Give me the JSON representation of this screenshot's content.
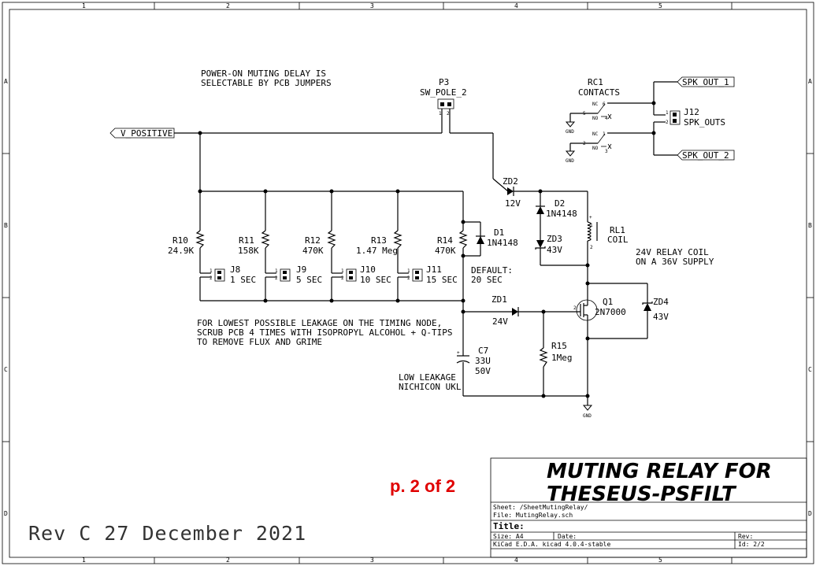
{
  "grid": {
    "cols": [
      "1",
      "2",
      "3",
      "4",
      "5"
    ],
    "rows": [
      "A",
      "B",
      "C",
      "D"
    ]
  },
  "notes": {
    "muting_line1": "POWER-ON MUTING DELAY IS",
    "muting_line2": "SELECTABLE BY PCB JUMPERS",
    "leak_line1": "FOR LOWEST POSSIBLE LEAKAGE ON THE TIMING NODE,",
    "leak_line2": "SCRUB PCB 4 TIMES WITH ISOPROPYL ALCOHOL + Q-TIPS",
    "leak_line3": "TO REMOVE FLUX AND GRIME",
    "coil_line1": "24V RELAY COIL",
    "coil_line2": "ON A 36V SUPPLY",
    "default_line1": "DEFAULT:",
    "default_line2": "20 SEC",
    "cap_line1": "LOW LEAKAGE",
    "cap_line2": "NICHICON UKL"
  },
  "labels": {
    "v_positive": "V_POSITIVE",
    "spk_out_1": "SPK_OUT_1",
    "spk_out_2": "SPK_OUT_2",
    "gnd": "GND"
  },
  "components": {
    "p3": {
      "ref": "P3",
      "value": "SW_POLE_2"
    },
    "rc1": {
      "ref": "RC1",
      "value": "CONTACTS"
    },
    "j12": {
      "ref": "J12",
      "value": "SPK_OUTS"
    },
    "zd2": {
      "ref": "ZD2",
      "value": "12V"
    },
    "d2": {
      "ref": "D2",
      "value": "1N4148"
    },
    "zd3": {
      "ref": "ZD3",
      "value": "43V"
    },
    "rl1": {
      "ref": "RL1",
      "value": "COIL"
    },
    "r10": {
      "ref": "R10",
      "value": "24.9K"
    },
    "r11": {
      "ref": "R11",
      "value": "158K"
    },
    "r12": {
      "ref": "R12",
      "value": "470K"
    },
    "r13": {
      "ref": "R13",
      "value": "1.47 Meg"
    },
    "r14": {
      "ref": "R14",
      "value": "470K"
    },
    "d1": {
      "ref": "D1",
      "value": "1N4148"
    },
    "j8": {
      "ref": "J8",
      "value": "1 SEC"
    },
    "j9": {
      "ref": "J9",
      "value": "5 SEC"
    },
    "j10": {
      "ref": "J10",
      "value": "10 SEC"
    },
    "j11": {
      "ref": "J11",
      "value": "15 SEC"
    },
    "zd1": {
      "ref": "ZD1",
      "value": "24V"
    },
    "q1": {
      "ref": "Q1",
      "value": "2N7000"
    },
    "zd4": {
      "ref": "ZD4",
      "value": "43V"
    },
    "r15": {
      "ref": "R15",
      "value": "1Meg"
    },
    "c7": {
      "ref": "C7",
      "value": "33U",
      "voltage": "50V"
    }
  },
  "pins": {
    "one": "1",
    "two": "2",
    "nc": "NC",
    "no": "NO",
    "rc_5": "5",
    "rc_6": "6",
    "rc_4": "4",
    "rc_2": "2",
    "rc_1": "1",
    "rc_3": "3"
  },
  "title_block": {
    "title_line1": "MUTING RELAY FOR",
    "title_line2": "THESEUS-PSFILT",
    "sheet": "Sheet: /SheetMutingRelay/",
    "file": "File: MutingRelay.sch",
    "title_label": "Title:",
    "size": "Size: A4",
    "date": "Date:",
    "rev": "Rev:",
    "kicad": "KiCad E.D.A.  kicad 4.0.4-stable",
    "id": "Id: 2/2"
  },
  "page_marker": "p. 2 of 2",
  "revision_stamp": "Rev C   27 December 2021"
}
